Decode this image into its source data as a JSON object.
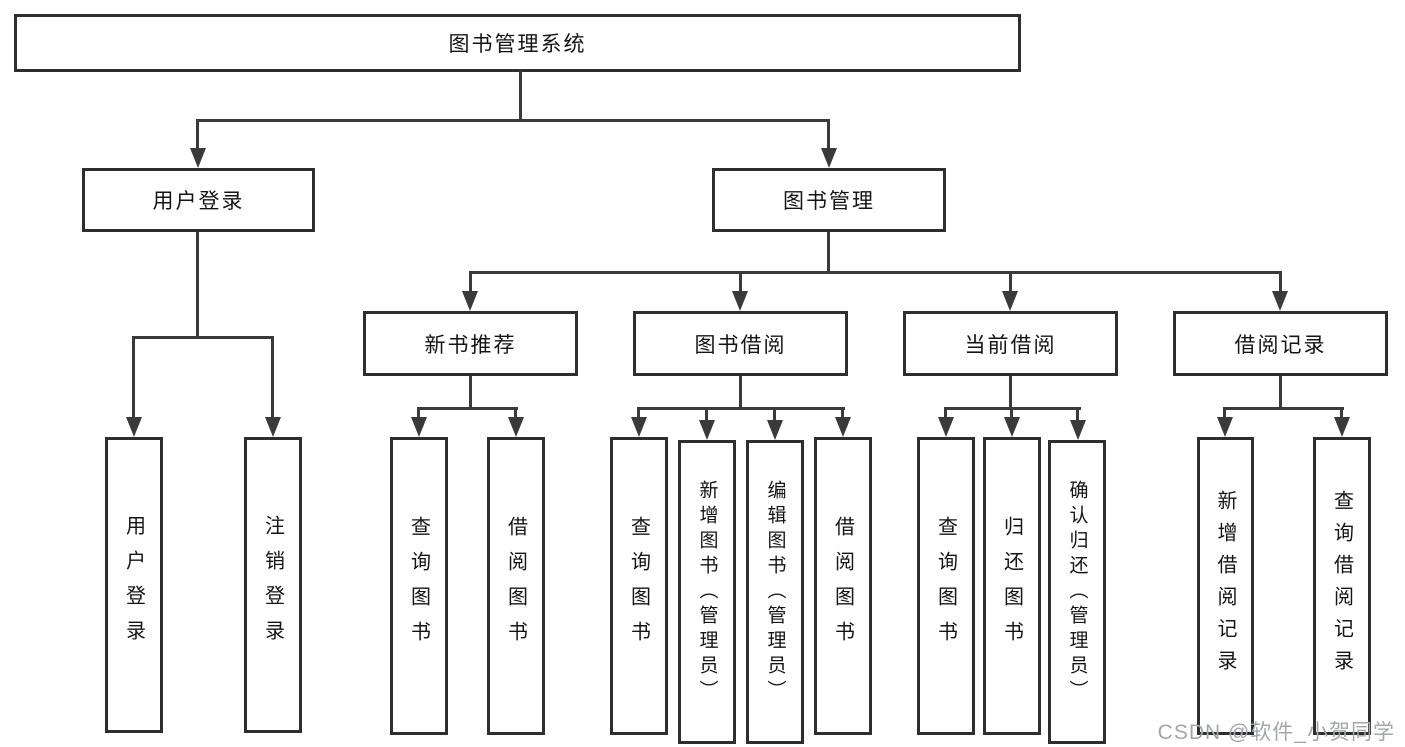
{
  "diagram": {
    "title": "图书管理系统",
    "watermark": "CSDN @软件_小贺同学",
    "colors": {
      "background": "#ffffff",
      "box_border": "#2e2e2e",
      "line": "#3a3a3a",
      "text": "#141414",
      "watermark": "#a3a7aa"
    },
    "nodes": {
      "root": "图书管理系统",
      "user_login": "用户登录",
      "book_mgmt": "图书管理",
      "new_book_rec": "新书推荐",
      "book_borrow": "图书借阅",
      "current_borrow": "当前借阅",
      "borrow_records": "借阅记录",
      "leaf_user_login": "用户登录",
      "leaf_logout": "注销登录",
      "leaf_rec_query": "查询图书",
      "leaf_rec_borrow": "借阅图书",
      "leaf_bb_query": "查询图书",
      "leaf_bb_add": "新增图书（管理员）",
      "leaf_bb_edit": "编辑图书（管理员）",
      "leaf_bb_borrow": "借阅图书",
      "leaf_cb_query": "查询图书",
      "leaf_cb_return": "归还图书",
      "leaf_cb_confirm": "确认归还（管理员）",
      "leaf_br_add": "新增借阅记录",
      "leaf_br_query": "查询借阅记录"
    },
    "hierarchy": {
      "label": "图书管理系统",
      "children": [
        {
          "label": "用户登录",
          "children": [
            {
              "label": "用户登录"
            },
            {
              "label": "注销登录"
            }
          ]
        },
        {
          "label": "图书管理",
          "children": [
            {
              "label": "新书推荐",
              "children": [
                {
                  "label": "查询图书"
                },
                {
                  "label": "借阅图书"
                }
              ]
            },
            {
              "label": "图书借阅",
              "children": [
                {
                  "label": "查询图书"
                },
                {
                  "label": "新增图书（管理员）"
                },
                {
                  "label": "编辑图书（管理员）"
                },
                {
                  "label": "借阅图书"
                }
              ]
            },
            {
              "label": "当前借阅",
              "children": [
                {
                  "label": "查询图书"
                },
                {
                  "label": "归还图书"
                },
                {
                  "label": "确认归还（管理员）"
                }
              ]
            },
            {
              "label": "借阅记录",
              "children": [
                {
                  "label": "新增借阅记录"
                },
                {
                  "label": "查询借阅记录"
                }
              ]
            }
          ]
        }
      ]
    }
  }
}
